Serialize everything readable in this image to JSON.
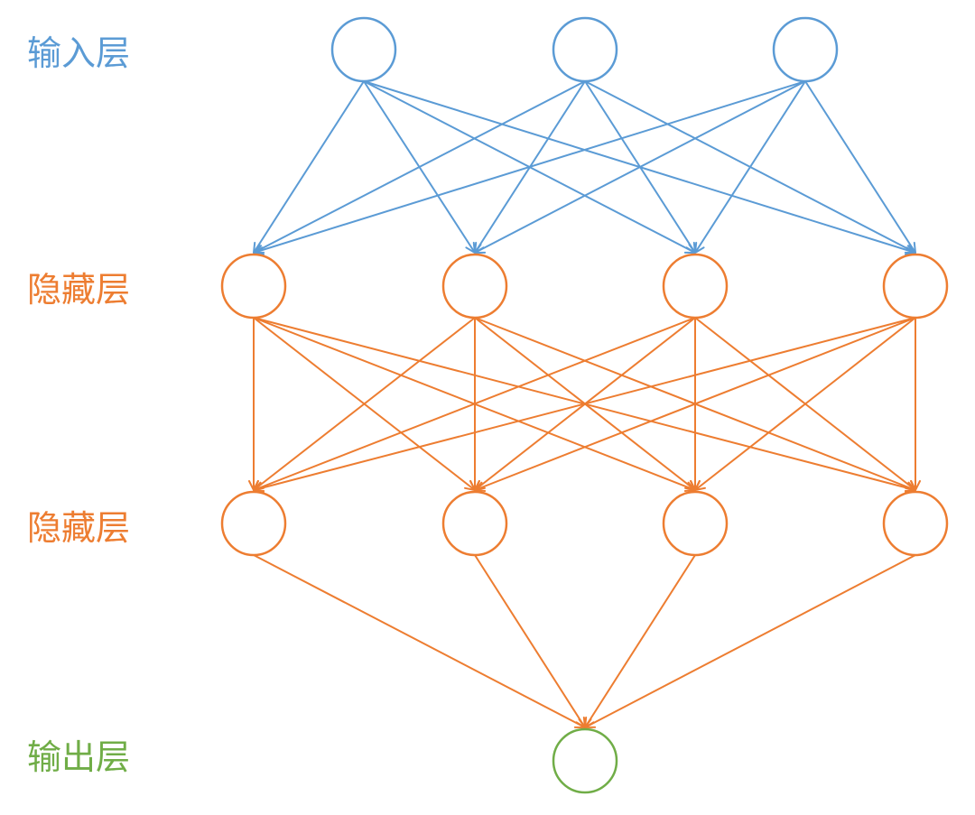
{
  "colors": {
    "input": "#5b9bd5",
    "hidden": "#ed7d31",
    "output": "#70ad47",
    "background": "#ffffff"
  },
  "layers": [
    {
      "id": "input",
      "label": "输入层",
      "nodes": 3,
      "color_key": "input"
    },
    {
      "id": "hidden-1",
      "label": "隐藏层",
      "nodes": 4,
      "color_key": "hidden"
    },
    {
      "id": "hidden-2",
      "label": "隐藏层",
      "nodes": 4,
      "color_key": "hidden"
    },
    {
      "id": "output",
      "label": "输出层",
      "nodes": 1,
      "color_key": "output"
    }
  ],
  "connections": "fully-connected"
}
